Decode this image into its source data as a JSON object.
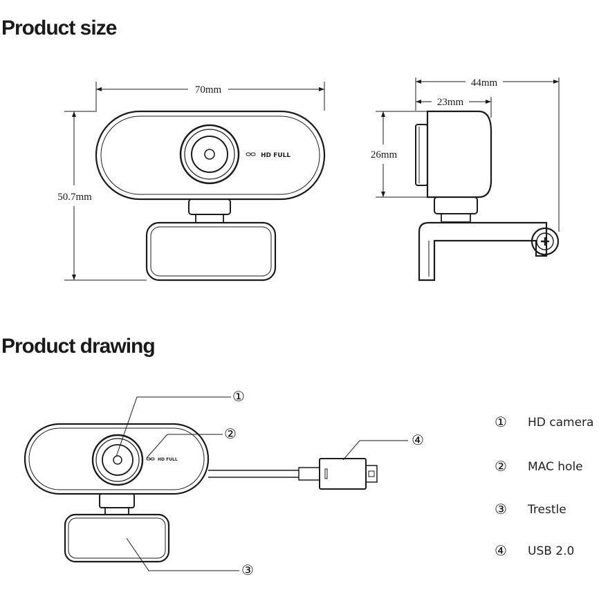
{
  "sections": {
    "size_title": "Product size",
    "drawing_title": "Product drawing"
  },
  "dimensions": {
    "width": "70mm",
    "height": "50.7mm",
    "depth_total": "44mm",
    "depth_body": "23mm",
    "body_height": "26mm"
  },
  "device_marking": "HD FULL",
  "callouts": [
    {
      "number": "①",
      "label": "HD camera"
    },
    {
      "number": "②",
      "label": "MAC hole"
    },
    {
      "number": "③",
      "label": "Trestle"
    },
    {
      "number": "④",
      "label": "USB 2.0"
    }
  ]
}
